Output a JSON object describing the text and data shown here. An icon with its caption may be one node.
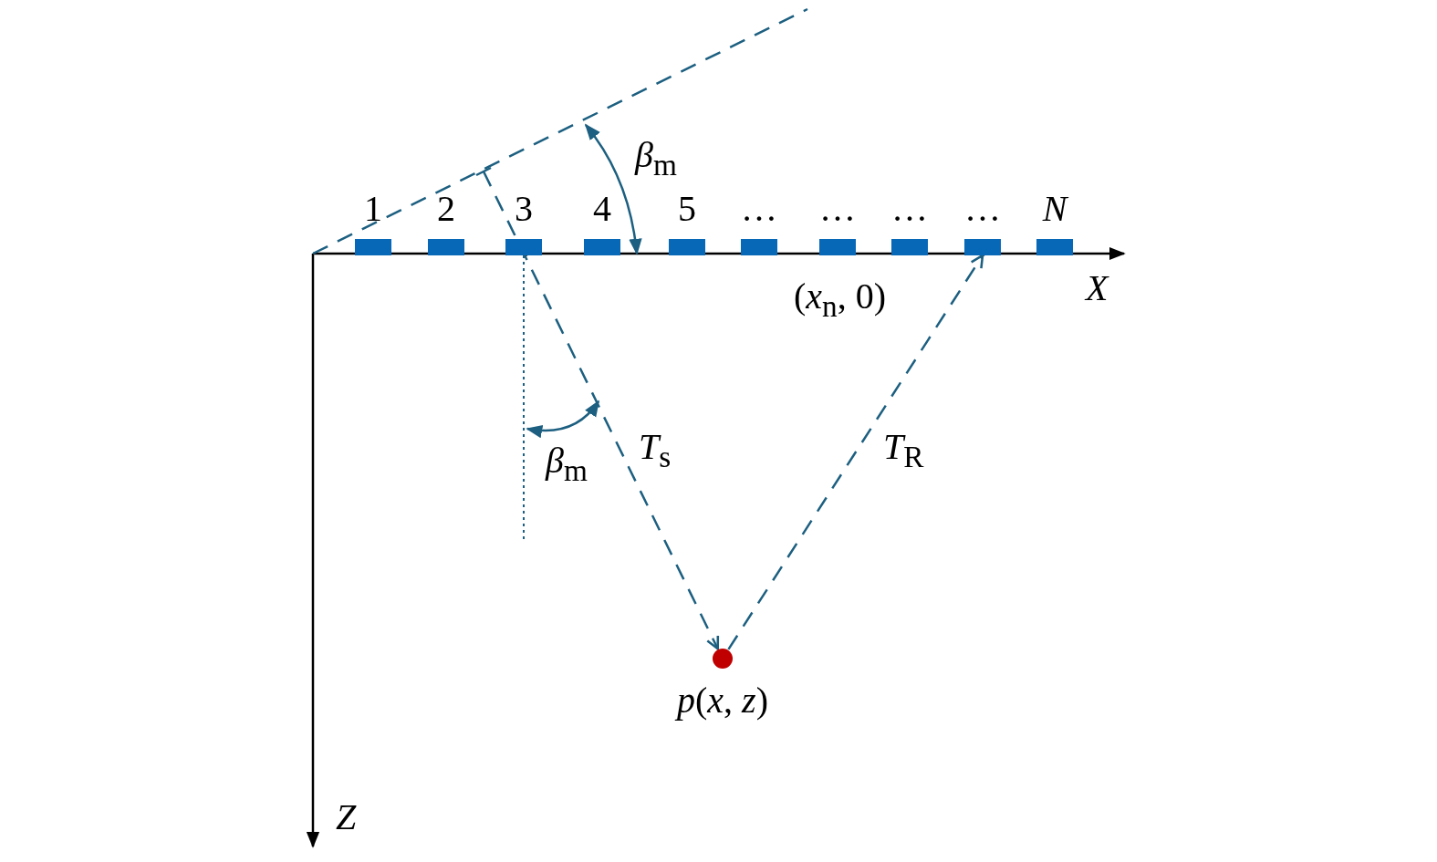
{
  "diagram": {
    "nodes": [
      {
        "text": [
          "1"
        ]
      },
      {
        "text": [
          "2"
        ]
      },
      {
        "text": [
          "3"
        ]
      },
      {
        "text": [
          "4"
        ]
      },
      {
        "text": [
          "5"
        ]
      },
      {
        "text": [
          "…"
        ]
      },
      {
        "text": [
          "…"
        ]
      },
      {
        "text": [
          "…"
        ]
      },
      {
        "text": [
          "…"
        ]
      },
      {
        "text": [
          "*N*"
        ]
      },
      {
        "text": [
          "*p*(*x*, *z*)"
        ]
      }
    ],
    "edges": [
      {
        "from": null,
        "to": 10,
        "arrow": "to",
        "style": "dashed",
        "label": "*T*$_{s}$"
      },
      {
        "from": 10,
        "to": 8,
        "arrow": "to",
        "style": "dashed",
        "label": "*T*$_{R}$"
      },
      {
        "from": 2,
        "to": null,
        "arrow": "none",
        "style": "dashed"
      }
    ],
    "labels": [
      "*β*$_{m}$",
      "*X*",
      "(*x*$_{n}$, 0)",
      "*β*$_{m}$",
      "*Z*"
    ]
  }
}
